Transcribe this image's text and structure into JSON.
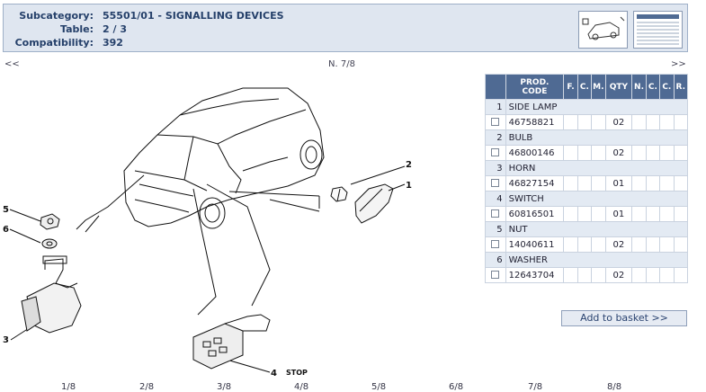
{
  "header": {
    "subcategory_label": "Subcategory:",
    "subcategory_value": "55501/01 - SIGNALLING DEVICES",
    "table_label": "Table:",
    "table_value": "2 / 3",
    "compat_label": "Compatibility:",
    "compat_value": "392"
  },
  "nav": {
    "prev": "<<",
    "next": ">>",
    "page": "N. 7/8"
  },
  "table": {
    "headers": [
      "",
      "PROD. CODE",
      "F.",
      "C.",
      "M.",
      "QTY",
      "N.",
      "C.",
      "C.",
      "R."
    ],
    "items": [
      {
        "num": "1",
        "name": "SIDE LAMP",
        "code": "46758821",
        "qty": "02"
      },
      {
        "num": "2",
        "name": "BULB",
        "code": "46800146",
        "qty": "02"
      },
      {
        "num": "3",
        "name": "HORN",
        "code": "46827154",
        "qty": "01"
      },
      {
        "num": "4",
        "name": "SWITCH",
        "code": "60816501",
        "qty": "01"
      },
      {
        "num": "5",
        "name": "NUT",
        "code": "14040611",
        "qty": "02"
      },
      {
        "num": "6",
        "name": "WASHER",
        "code": "12643704",
        "qty": "02"
      }
    ]
  },
  "basket_label": "Add to basket >>",
  "diagram": {
    "callouts": [
      "1",
      "2",
      "3",
      "4",
      "5",
      "6"
    ],
    "stop_label": "STOP"
  },
  "pages": [
    "1/8",
    "2/8",
    "3/8",
    "4/8",
    "5/8",
    "6/8",
    "7/8",
    "8/8"
  ]
}
